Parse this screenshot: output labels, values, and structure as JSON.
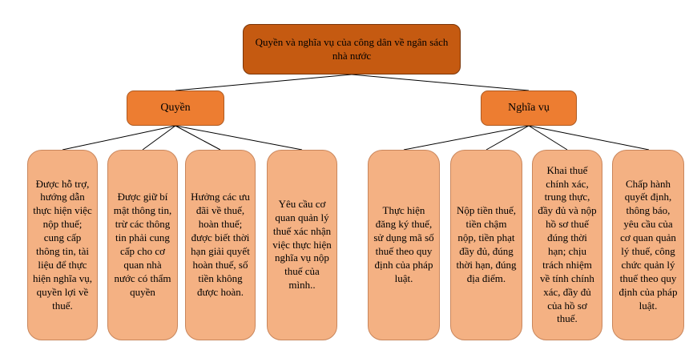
{
  "root": "Quyền và nghĩa vụ của công dân về ngân sách nhà nước",
  "groups": [
    {
      "label": "Quyền",
      "items": [
        "Được hỗ trợ, hướng dẫn thực hiện việc nộp thuế; cung cấp thông tin, tài liệu để thực hiện nghĩa vụ, quyền lợi về thuế.",
        "Được giữ bí mật thông tin, trừ các thông tin phải cung cấp cho cơ quan nhà nước có thẩm quyền",
        "Hưởng các ưu đãi về thuế, hoàn thuế; được biết thời hạn giải quyết hoàn thuế, số tiền không được hoàn.",
        "Yêu cầu cơ quan quản lý thuế xác nhận việc thực hiện nghĩa vụ nộp thuế của mình.."
      ]
    },
    {
      "label": "Nghĩa vụ",
      "items": [
        "Thực hiện đăng ký thuế, sử dụng mã số thuế theo quy định của pháp luật.",
        "Nộp tiền thuế, tiền chậm nộp, tiền phạt đầy đủ, đúng thời hạn, đúng địa điểm.",
        "Khai thuế chính xác, trung thực, đầy đủ và nộp hồ sơ thuế đúng thời hạn; chịu trách nhiệm về tính chính xác, đầy đủ của hồ sơ thuế.",
        "Chấp hành quyết định, thông báo, yêu cầu của cơ quan quản lý thuế, công chức quản lý thuế theo quy định của pháp luật."
      ]
    }
  ]
}
